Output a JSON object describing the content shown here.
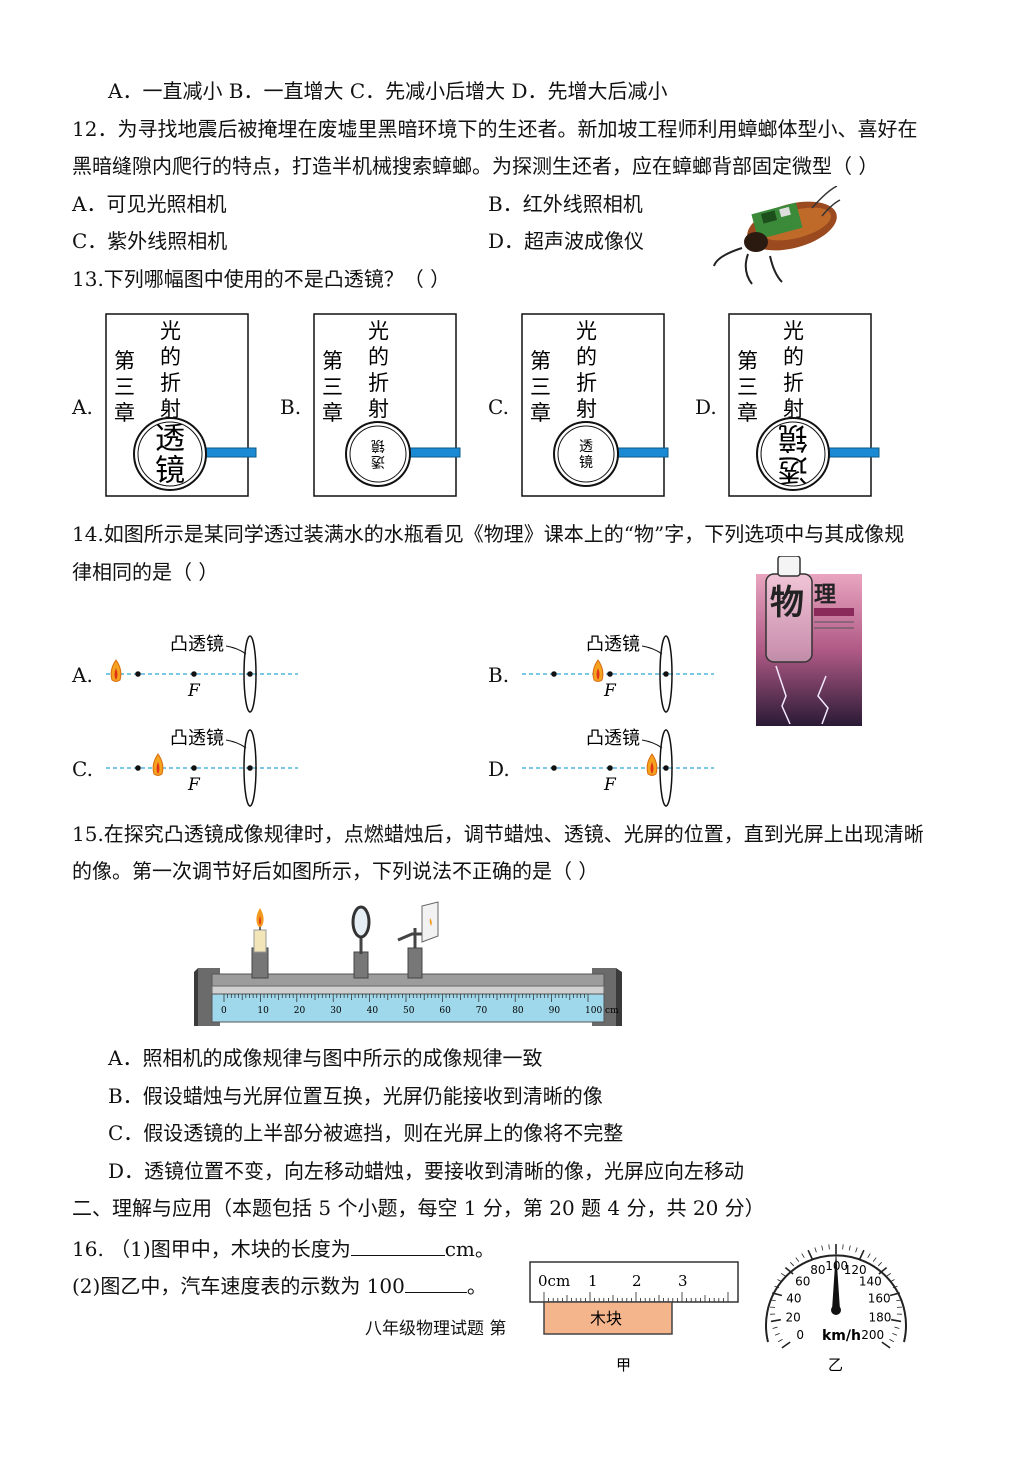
{
  "q11": {
    "options": "A．一直减小 B．一直增大 C．先减小后增大  D．先增大后减小"
  },
  "q12": {
    "stem_line1": "12．为寻找地震后被掩埋在废墟里黑暗环境下的生还者。新加坡工程师利用蟑螂体型小、喜好在",
    "stem_line2": "黑暗缝隙内爬行的特点，打造半机械搜索蟑螂。为探测生还者，应在蟑螂背部固定微型（      ）",
    "opt_a": "A．可见光照相机",
    "opt_b": "B．红外线照相机",
    "opt_c": "C．紫外线照相机",
    "opt_d": "D．超声波成像仪"
  },
  "q13": {
    "stem": "13.下列哪幅图中使用的不是凸透镜？（      ）",
    "labels": [
      "A.",
      "B.",
      "C.",
      "D."
    ],
    "book_col1": "第三章",
    "book_col2": "光的折射",
    "lens_word": "透镜"
  },
  "q14": {
    "stem_line1": "14.如图所示是某同学透过装满水的水瓶看见《物理》课本上的“物”字，下列选项中与其成像规",
    "stem_line2": "律相同的是（            ）",
    "labels": [
      "A.",
      "B.",
      "C.",
      "D."
    ],
    "lens_label": "凸透镜",
    "focus_label": "F",
    "book_word1": "物",
    "book_word2": "理"
  },
  "q15": {
    "stem_line1": "15.在探究凸透镜成像规律时，点燃蜡烛后，调节蜡烛、透镜、光屏的位置，直到光屏上出现清晰",
    "stem_line2": "的像。第一次调节好后如图所示，下列说法不正确的是（      ）",
    "ruler_ticks": [
      "0",
      "10",
      "20",
      "30",
      "40",
      "50",
      "60",
      "70",
      "80",
      "90",
      "100 cm"
    ],
    "opt_a": "A．照相机的成像规律与图中所示的成像规律一致",
    "opt_b": "B．假设蜡烛与光屏位置互换，光屏仍能接收到清晰的像",
    "opt_c": "C．假设透镜的上半部分被遮挡，则在光屏上的像将不完整",
    "opt_d": "D．透镜位置不变，向左移动蜡烛，要接收到清晰的像，光屏应向左移动"
  },
  "section2": {
    "title": "二、理解与应用（本题包括 5 个小题，每空 1 分，第 20 题 4 分，共 20 分）"
  },
  "q16": {
    "num": "16.",
    "part1_pre": "（1)图甲中，木块的长度为",
    "part1_post": "cm。",
    "part2_pre": "(2)图乙中，汽车速度表的示数为 100",
    "part2_post": "。",
    "ruler_labels": [
      "0cm",
      "1",
      "2",
      "3"
    ],
    "block_label": "木块",
    "fig_jia": "甲",
    "fig_yi": "乙",
    "speedo_ticks": [
      "0",
      "20",
      "40",
      "60",
      "80",
      "100",
      "120",
      "140",
      "160",
      "180",
      "200"
    ],
    "speedo_unit": "km/h"
  },
  "footer": "八年级物理试题    第"
}
